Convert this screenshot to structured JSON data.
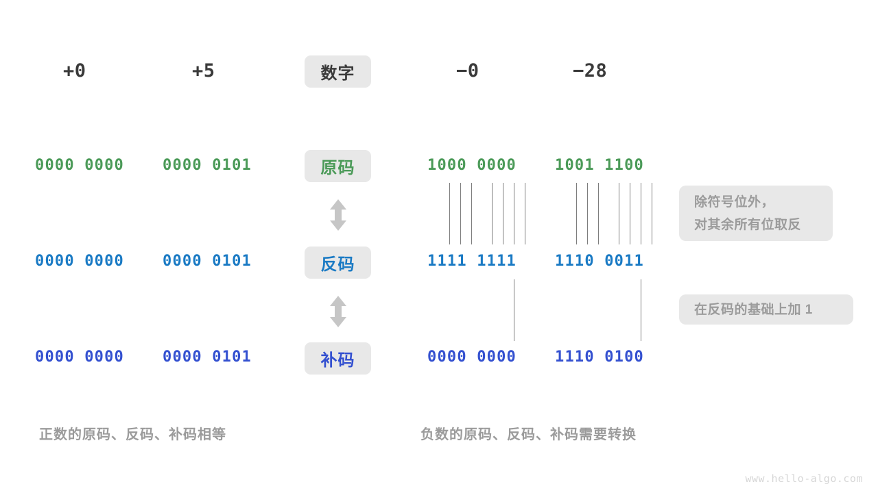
{
  "meta": {
    "watermark": "www.hello-algo.com",
    "colors": {
      "green": "#4b9a58",
      "blue": "#1a7ac4",
      "royal": "#3350d0",
      "dark": "#3a3a3a",
      "gray_text": "#9b9b9b",
      "pill_bg": "#e8e8e8",
      "line": "#7d7d7d",
      "background": "#ffffff"
    }
  },
  "row_labels": [
    {
      "text": "数字",
      "color_key": "dark"
    },
    {
      "text": "原码",
      "color_key": "green"
    },
    {
      "text": "反码",
      "color_key": "blue"
    },
    {
      "text": "补码",
      "color_key": "royal"
    }
  ],
  "columns": {
    "headers": [
      "+0",
      "+5",
      "−0",
      "−28"
    ]
  },
  "rows": [
    {
      "label": "原码",
      "color_key": "green",
      "values": [
        "0000 0000",
        "0000 0101",
        "1000 0000",
        "1001 1100"
      ]
    },
    {
      "label": "反码",
      "color_key": "blue",
      "values": [
        "0000 0000",
        "0000 0101",
        "1111 1111",
        "1110 0011"
      ]
    },
    {
      "label": "补码",
      "color_key": "royal",
      "values": [
        "0000 0000",
        "0000 0101",
        "0000 0000",
        "1110 0100"
      ]
    }
  ],
  "notes": [
    {
      "lines": [
        "除符号位外，",
        "对其余所有位取反"
      ]
    },
    {
      "lines": [
        "在反码的基础上加 1"
      ]
    }
  ],
  "captions": [
    "正数的原码、反码、补码相等",
    "负数的原码、反码、补码需要转换"
  ],
  "arrows": [
    {
      "name": "arrow-yuanma-fanma"
    },
    {
      "name": "arrow-fanma-buma"
    }
  ]
}
